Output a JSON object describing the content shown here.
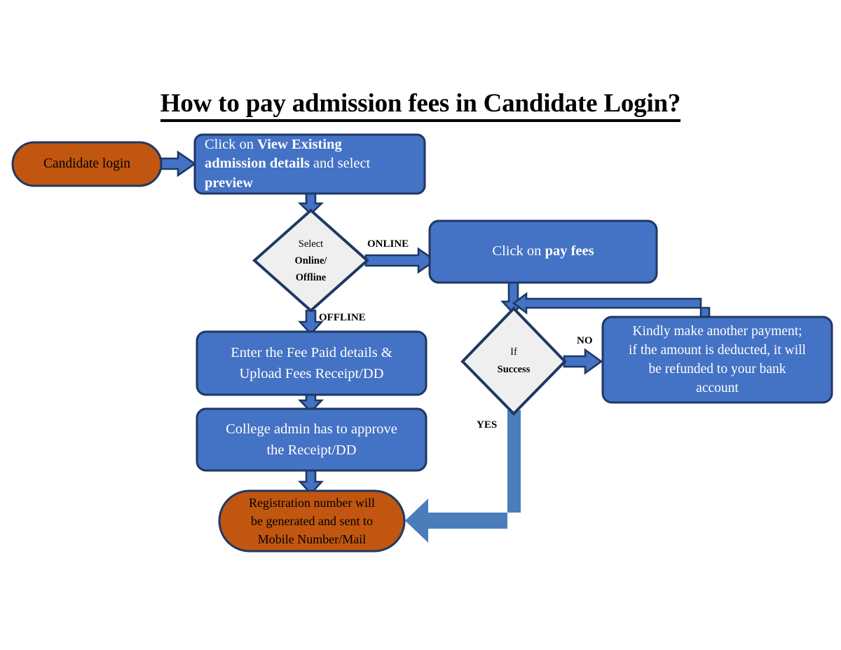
{
  "page": {
    "title": "How to pay admission fees in Candidate Login?",
    "type": "flowchart"
  },
  "colors": {
    "blue_fill": "#4472C4",
    "blue_border": "#1F3864",
    "orange_fill": "#C0560F",
    "orange_border": "#1F3864",
    "diamond_fill": "#EFEFEF",
    "diamond_border": "#1F3864",
    "arrow_fill": "#4472C4",
    "arrow_border": "#1F3864",
    "thick_arrow_fill": "#4A7EBB",
    "text_on_blue": "#FFFFFF",
    "text_on_orange": "#000000",
    "label_text": "#000000"
  },
  "nodes": {
    "candidate_login": {
      "label": "Candidate login",
      "shape": "rounded-pill",
      "fill": "orange"
    },
    "view_existing": {
      "shape": "rounded-rect",
      "fill": "blue",
      "lines": [
        [
          {
            "t": "Click on ",
            "b": false
          },
          {
            "t": "View Existing",
            "b": true
          }
        ],
        [
          {
            "t": "admission details",
            "b": true
          },
          {
            "t": " and select",
            "b": false
          }
        ],
        [
          {
            "t": "preview",
            "b": true
          }
        ]
      ]
    },
    "select_mode": {
      "shape": "diamond",
      "fill": "light",
      "lines": [
        [
          {
            "t": "Select",
            "b": false
          }
        ],
        [
          {
            "t": "Online/",
            "b": true
          }
        ],
        [
          {
            "t": "Offline",
            "b": true
          }
        ]
      ]
    },
    "pay_fees": {
      "shape": "rounded-rect",
      "fill": "blue",
      "lines": [
        [
          {
            "t": "Click on ",
            "b": false
          },
          {
            "t": "pay fees",
            "b": true
          }
        ]
      ]
    },
    "if_success": {
      "shape": "diamond",
      "fill": "light",
      "lines": [
        [
          {
            "t": "If",
            "b": false
          }
        ],
        [
          {
            "t": "Success",
            "b": true
          }
        ]
      ]
    },
    "another_payment": {
      "shape": "rounded-rect",
      "fill": "blue",
      "lines": [
        [
          {
            "t": "Kindly make another payment;",
            "b": false
          }
        ],
        [
          {
            "t": "if the amount is deducted, it will",
            "b": false
          }
        ],
        [
          {
            "t": "be refunded to your bank",
            "b": false
          }
        ],
        [
          {
            "t": "account",
            "b": false
          }
        ]
      ]
    },
    "enter_fee_paid": {
      "shape": "rounded-rect",
      "fill": "blue",
      "lines": [
        [
          {
            "t": "Enter the Fee Paid details &",
            "b": false
          }
        ],
        [
          {
            "t": "Upload Fees Receipt/DD",
            "b": false
          }
        ]
      ]
    },
    "college_admin": {
      "shape": "rounded-rect",
      "fill": "blue",
      "lines": [
        [
          {
            "t": "College admin has to approve",
            "b": false
          }
        ],
        [
          {
            "t": "the Receipt/DD",
            "b": false
          }
        ]
      ]
    },
    "registration_number": {
      "shape": "rounded-pill",
      "fill": "orange",
      "lines": [
        [
          {
            "t": "Registration number will",
            "b": false
          }
        ],
        [
          {
            "t": "be generated and sent to",
            "b": false
          }
        ],
        [
          {
            "t": "Mobile Number/Mail",
            "b": false
          }
        ]
      ]
    }
  },
  "edge_labels": {
    "online": "ONLINE",
    "offline": "OFFLINE",
    "no": "NO",
    "yes": "YES"
  },
  "flow": {
    "edges": [
      {
        "from": "candidate_login",
        "to": "view_existing",
        "label": ""
      },
      {
        "from": "view_existing",
        "to": "select_mode",
        "label": ""
      },
      {
        "from": "select_mode",
        "to": "pay_fees",
        "label": "ONLINE"
      },
      {
        "from": "select_mode",
        "to": "enter_fee_paid",
        "label": "OFFLINE"
      },
      {
        "from": "pay_fees",
        "to": "if_success",
        "label": ""
      },
      {
        "from": "if_success",
        "to": "another_payment",
        "label": "NO"
      },
      {
        "from": "another_payment",
        "to": "if_success",
        "label": ""
      },
      {
        "from": "if_success",
        "to": "registration_number",
        "label": "YES"
      },
      {
        "from": "enter_fee_paid",
        "to": "college_admin",
        "label": ""
      },
      {
        "from": "college_admin",
        "to": "registration_number",
        "label": ""
      }
    ]
  }
}
